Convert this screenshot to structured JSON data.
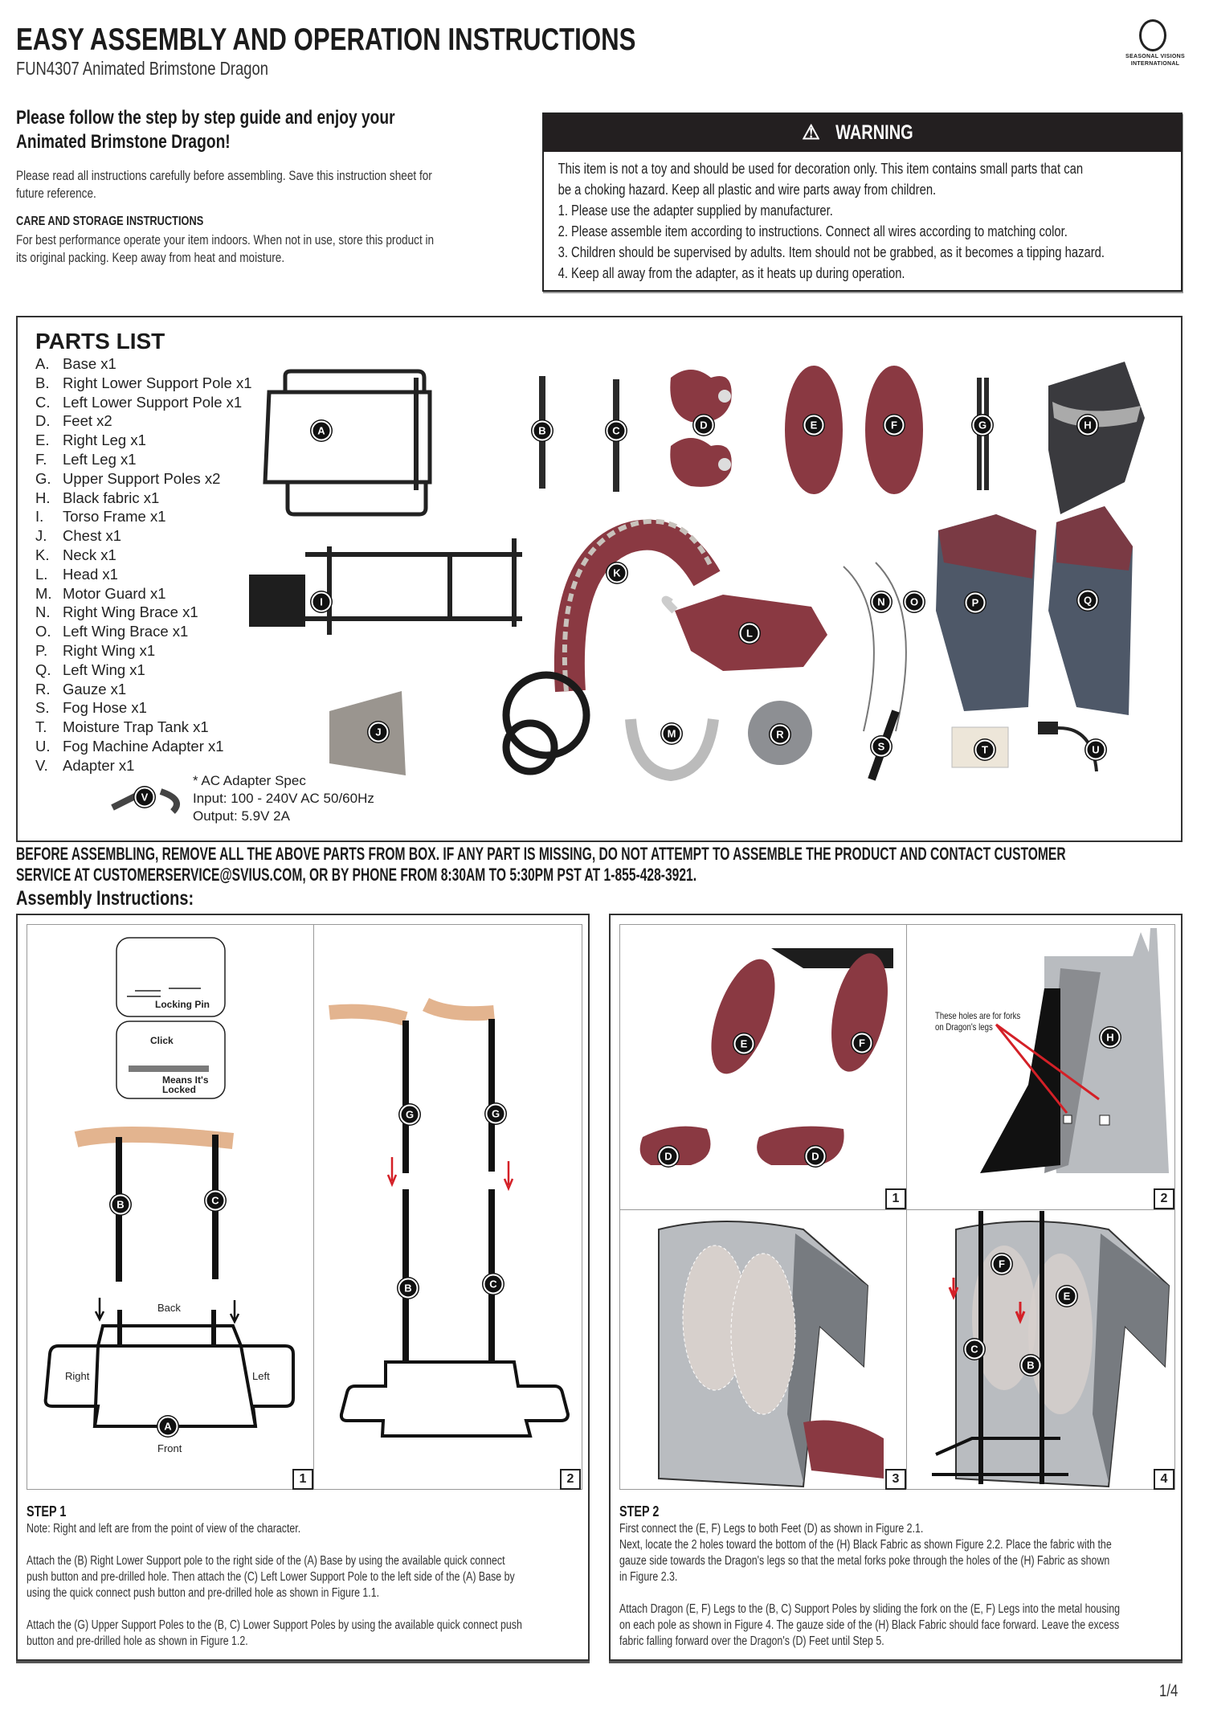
{
  "header": {
    "title": "EASY ASSEMBLY AND OPERATION INSTRUCTIONS",
    "subtitle": "FUN4307 Animated Brimstone Dragon",
    "logo_text": "SEASONAL VISIONS INTERNATIONAL"
  },
  "intro": {
    "lead_line1": "Please follow the step by step guide and enjoy your",
    "lead_line2": "Animated Brimstone Dragon!",
    "read_line1": "Please read all instructions carefully before assembling. Save this instruction sheet for",
    "read_line2": "future reference.",
    "care_heading": "CARE AND STORAGE INSTRUCTIONS",
    "care_line1": "For best performance operate your item indoors. When not in use, store this product in",
    "care_line2": "its original packing. Keep away from heat and moisture."
  },
  "warning": {
    "title": "WARNING",
    "lines": [
      "This item is not a toy and should be used for decoration only. This item contains small parts that can",
      "be a choking hazard. Keep all plastic and wire parts away from children.",
      "1. Please use the adapter supplied by manufacturer.",
      "2. Please assemble item according to instructions. Connect all wires according to matching color.",
      "3. Children should be supervised by adults. Item should not be grabbed, as it becomes a tipping hazard.",
      "4. Keep all away from the adapter, as it heats up during operation."
    ]
  },
  "parts": {
    "title": "PARTS LIST",
    "items": [
      {
        "key": "A.",
        "name": "Base x1"
      },
      {
        "key": "B.",
        "name": "Right Lower Support Pole x1"
      },
      {
        "key": "C.",
        "name": "Left Lower Support Pole x1"
      },
      {
        "key": "D.",
        "name": "Feet x2"
      },
      {
        "key": "E.",
        "name": "Right Leg x1"
      },
      {
        "key": "F.",
        "name": "Left Leg x1"
      },
      {
        "key": "G.",
        "name": "Upper Support Poles x2"
      },
      {
        "key": "H.",
        "name": "Black fabric x1"
      },
      {
        "key": "I.",
        "name": "Torso Frame x1"
      },
      {
        "key": "J.",
        "name": "Chest x1"
      },
      {
        "key": "K.",
        "name": "Neck x1"
      },
      {
        "key": "L.",
        "name": "Head x1"
      },
      {
        "key": "M.",
        "name": "Motor Guard x1"
      },
      {
        "key": "N.",
        "name": "Right Wing Brace x1"
      },
      {
        "key": "O.",
        "name": "Left Wing Brace x1"
      },
      {
        "key": "P.",
        "name": "Right Wing x1"
      },
      {
        "key": "Q.",
        "name": "Left Wing x1"
      },
      {
        "key": "R.",
        "name": "Gauze x1"
      },
      {
        "key": "S.",
        "name": "Fog Hose x1"
      },
      {
        "key": "T.",
        "name": "Moisture Trap Tank x1"
      },
      {
        "key": "U.",
        "name": "Fog Machine Adapter x1"
      },
      {
        "key": "V.",
        "name": "Adapter x1"
      }
    ],
    "badges": {
      "A": "A",
      "B": "B",
      "C": "C",
      "D": "D",
      "E": "E",
      "F": "F",
      "G": "G",
      "H": "H",
      "I": "I",
      "J": "J",
      "K": "K",
      "L": "L",
      "M": "M",
      "N": "N",
      "O": "O",
      "P": "P",
      "Q": "Q",
      "R": "R",
      "S": "S",
      "T": "T",
      "U": "U",
      "V": "V"
    },
    "spec": {
      "title": "* AC Adapter Spec",
      "input": "Input: 100 - 240V AC 50/60Hz",
      "output": "Output: 5.9V 2A"
    }
  },
  "notice": {
    "line1": "BEFORE ASSEMBLING, REMOVE ALL THE ABOVE PARTS FROM BOX. IF ANY PART IS MISSING, DO NOT ATTEMPT TO ASSEMBLE THE PRODUCT AND CONTACT CUSTOMER",
    "line2": "SERVICE AT CUSTOMERSERVICE@SVIUS.COM, OR BY PHONE FROM 8:30AM TO 5:30PM PST AT 1-855-428-3921."
  },
  "assembly": {
    "heading": "Assembly Instructions:",
    "step1": {
      "figure_labels": {
        "locking_pin": "Locking Pin",
        "click": "Click",
        "means_locked_1": "Means It's",
        "means_locked_2": "Locked",
        "back": "Back",
        "right": "Right",
        "left": "Left",
        "front": "Front"
      },
      "fig_numbers": [
        "1",
        "2"
      ],
      "title": "STEP 1",
      "note": "Note: Right and left are from the point of view of the character.",
      "p1_lines": [
        "Attach the (B) Right Lower Support pole to the right side of the (A) Base by using the available quick connect",
        "push button and pre-drilled hole. Then attach the (C) Left Lower Support Pole to the left side of the (A) Base by",
        "using the quick connect push button and pre-drilled hole as shown in Figure 1.1."
      ],
      "p2_lines": [
        "Attach the (G) Upper Support Poles to the (B, C) Lower Support Poles by using the available quick connect push",
        "button and pre-drilled hole as shown in Figure 1.2."
      ]
    },
    "step2": {
      "figure_labels": {
        "holes_note_1": "These holes are for forks",
        "holes_note_2": "on Dragon's  legs"
      },
      "fig_numbers": [
        "1",
        "2",
        "3",
        "4"
      ],
      "title": "STEP 2",
      "p1_lines": [
        "First connect the (E, F) Legs to both Feet (D) as shown in Figure 2.1.",
        "Next, locate the 2 holes toward the bottom of the (H) Black Fabric as shown Figure 2.2. Place the fabric with the",
        "gauze side towards the Dragon's legs so that the metal forks poke through the holes of the (H) Fabric as shown",
        "in Figure 2.3."
      ],
      "p2_lines": [
        "Attach Dragon (E, F) Legs to the (B, C) Support Poles by sliding the fork on the (E, F) Legs into the metal housing",
        "on each pole as shown in Figure 4. The gauze side of the (H) Black Fabric should face forward. Leave the excess",
        "fabric falling forward over the Dragon's (D) Feet until Step 5."
      ]
    }
  },
  "footer": {
    "page": "1/4"
  },
  "colors": {
    "maroon": "#7a2b33",
    "warning_bar": "#231f20",
    "arrow_red": "#d42027",
    "fabric_gray": "#b9bcc0"
  }
}
